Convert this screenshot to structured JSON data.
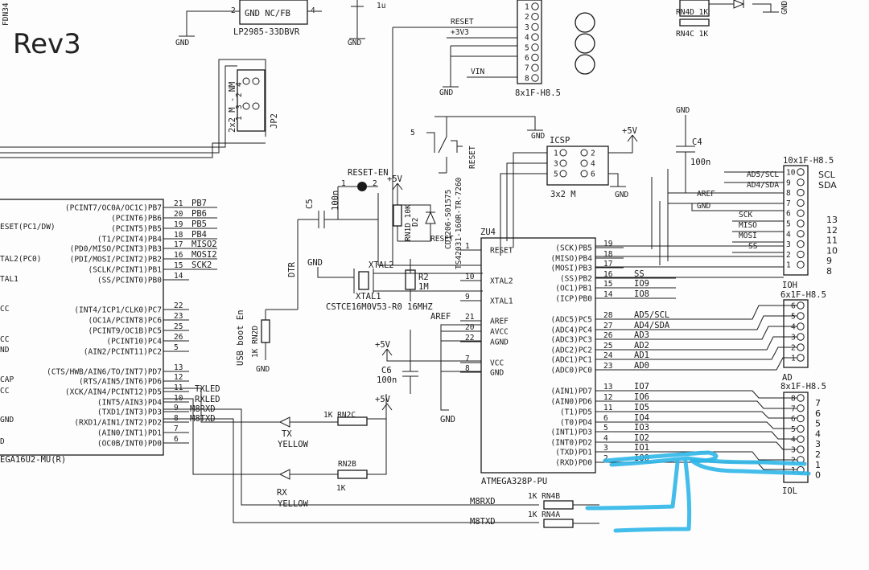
{
  "labels": {
    "fdn": "FDN34",
    "rev": "Rev3",
    "lp_gnd_nc": "GND  NC/FB",
    "lp_pin2": "2",
    "lp_pin4": "4",
    "lp_part": "LP2985-33DBVR",
    "gnd": "GND",
    "cap_1u": "1u",
    "reset": "RESET",
    "v3v3": "+3V3",
    "vin": "VIN",
    "hdr_8x1": "8x1F-H8.5",
    "rn4d": "RN4D 1K",
    "rn4c": "RN4C 1K",
    "jp2_label": "2x2 M - NM",
    "jp2": "JP2",
    "c5": "C5",
    "c5_val": "100n",
    "reset_en": "RESET-EN",
    "p5v": "+5V",
    "rn1d": "RN1D 10K",
    "d2": "D2",
    "cd_part": "CD1206-S01575",
    "ts_part": "TS42031-160R-TR-7260",
    "reset_sw": "RESET",
    "icsp": "ICSP",
    "icsp_box": "3x2 M",
    "c4": "C4",
    "c4_val": "100n",
    "hdr_10x1": "10x1F-H8.5",
    "scl": "SCL",
    "sda": "SDA",
    "ad5_scl": "AD5/SCL",
    "ad4_sda": "AD4/SDA",
    "aref": "AREF",
    "sck": "SCK",
    "miso": "MISO",
    "mosi": "MOSI",
    "ss": "SS",
    "nums_right": [
      "13",
      "12",
      "11",
      "10",
      "9",
      "8"
    ],
    "ioh": "IOH",
    "hdr_6x1": "6x1F-H8.5",
    "ad": "AD",
    "hdr_8x1b": "8x1F-H8.5",
    "iol": "IOL",
    "iol_nums": [
      "7",
      "6",
      "5",
      "4",
      "3",
      "2",
      "1",
      "0"
    ],
    "zu4": "ZU4",
    "atmega328": "ATMEGA328P-PU",
    "atmega16": "EGA16U2-MU(R)",
    "xtal2": "XTAL2",
    "xtal1": "XTAL1",
    "r2": "R2",
    "r2_val": "1M",
    "cstce": "CSTCE16M0V53-R0 16MHZ",
    "dtr": "DTR",
    "usb_boot": "USB boot En",
    "rn2d": "1K RN2D",
    "c6": "C6",
    "c6_val": "100n",
    "txled": "TXLED",
    "rxled": "RXLED",
    "m8rxd": "M8RXD",
    "m8txd": "M8TXD",
    "tx": "TX",
    "rx": "RX",
    "yellow": "YELLOW",
    "rn2c": "1K RN2C",
    "rn2b": "RN2B",
    "rn2b_val": "1K",
    "rn4b": "1K RN4B",
    "rn4a": "1K RN4A",
    "m8rxd2": "M8RXD",
    "m8txd2": "M8TXD"
  },
  "u16_left": [
    "ESET(PC1/DW)",
    "TAL2(PC0)",
    "TAL1",
    "CC",
    "CC",
    "ND",
    "CAP",
    "CC",
    "GND",
    "D"
  ],
  "u16_pins": [
    {
      "name": "(PCINT7/OC0A/OC1C)PB7",
      "num": "21",
      "net": "PB7"
    },
    {
      "name": "(PCINT6)PB6",
      "num": "20",
      "net": "PB6"
    },
    {
      "name": "(PCINT5)PB5",
      "num": "19",
      "net": "PB5"
    },
    {
      "name": "(T1/PCINT4)PB4",
      "num": "18",
      "net": "PB4"
    },
    {
      "name": "(PD0/MISO/PCINT3)PB3",
      "num": "17",
      "net": "MISO2"
    },
    {
      "name": "(PDI/MOSI/PCINT2)PB2",
      "num": "16",
      "net": "MOSI2"
    },
    {
      "name": "(SCLK/PCINT1)PB1",
      "num": "15",
      "net": "SCK2"
    },
    {
      "name": "(SS/PCINT0)PB0",
      "num": "14",
      "net": ""
    },
    {
      "name": "(INT4/ICP1/CLK0)PC7",
      "num": "22",
      "net": ""
    },
    {
      "name": "(OC1A/PCINT8)PC6",
      "num": "23",
      "net": ""
    },
    {
      "name": "(PCINT9/OC1B)PC5",
      "num": "25",
      "net": ""
    },
    {
      "name": "(PCINT10)PC4",
      "num": "26",
      "net": ""
    },
    {
      "name": "(AIN2/PCINT11)PC2",
      "num": "5",
      "net": ""
    },
    {
      "name": "(CTS/HWB/AIN6/TO/INT7)PD7",
      "num": "13",
      "net": ""
    },
    {
      "name": "(RTS/AIN5/INT6)PD6",
      "num": "12",
      "net": ""
    },
    {
      "name": "(XCK/AIN4/PCINT12)PD5",
      "num": "11",
      "net": "TXLED"
    },
    {
      "name": "(INT5/AIN3)PD4",
      "num": "10",
      "net": "RXLED"
    },
    {
      "name": "(TXD1/INT3)PD3",
      "num": "9",
      "net": "M8RXD"
    },
    {
      "name": "(RXD1/AIN1/INT2)PD2",
      "num": "8",
      "net": "M8TXD"
    },
    {
      "name": "(AIN0/INT1)PD1",
      "num": "7",
      "net": ""
    },
    {
      "name": "(OC0B/INT0)PD0",
      "num": "6",
      "net": ""
    }
  ],
  "u4_left": [
    {
      "name": "RESET",
      "num": "1"
    },
    {
      "name": "XTAL2",
      "num": "10"
    },
    {
      "name": "XTAL1",
      "num": "9"
    },
    {
      "name": "AREF",
      "num": "21"
    },
    {
      "name": "AVCC",
      "num": "20"
    },
    {
      "name": "AGND",
      "num": "22"
    },
    {
      "name": "VCC",
      "num": "7"
    },
    {
      "name": "GND",
      "num": "8"
    }
  ],
  "u4_right": [
    {
      "name": "(SCK)PB5",
      "num": "19",
      "net": ""
    },
    {
      "name": "(MISO)PB4",
      "num": "18",
      "net": ""
    },
    {
      "name": "(MOSI)PB3",
      "num": "17",
      "net": ""
    },
    {
      "name": "(SS)PB2",
      "num": "16",
      "net": "SS"
    },
    {
      "name": "(OC1)PB1",
      "num": "15",
      "net": "IO9"
    },
    {
      "name": "(ICP)PB0",
      "num": "14",
      "net": "IO8"
    },
    {
      "name": "(ADC5)PC5",
      "num": "28",
      "net": "AD5/SCL"
    },
    {
      "name": "(ADC4)PC4",
      "num": "27",
      "net": "AD4/SDA"
    },
    {
      "name": "(ADC3)PC3",
      "num": "26",
      "net": "AD3"
    },
    {
      "name": "(ADC2)PC2",
      "num": "25",
      "net": "AD2"
    },
    {
      "name": "(ADC1)PC1",
      "num": "24",
      "net": "AD1"
    },
    {
      "name": "(ADC0)PC0",
      "num": "23",
      "net": "AD0"
    },
    {
      "name": "(AIN1)PD7",
      "num": "13",
      "net": "IO7"
    },
    {
      "name": "(AIN0)PD6",
      "num": "12",
      "net": "IO6"
    },
    {
      "name": "(T1)PD5",
      "num": "11",
      "net": "IO5"
    },
    {
      "name": "(T0)PD4",
      "num": "6",
      "net": "IO4"
    },
    {
      "name": "(INT1)PD3",
      "num": "5",
      "net": "IO3"
    },
    {
      "name": "(INT0)PD2",
      "num": "4",
      "net": "IO2"
    },
    {
      "name": "(TXD)PD1",
      "num": "3",
      "net": "IO1"
    },
    {
      "name": "(RXD)PD0",
      "num": "2",
      "net": "IO0"
    }
  ],
  "hdr8_pins": [
    "1",
    "2",
    "3",
    "4",
    "5",
    "6",
    "7",
    "8"
  ],
  "hdr10_pins": [
    "10",
    "9",
    "8",
    "7",
    "6",
    "5",
    "4",
    "3",
    "2",
    "1"
  ],
  "hdr6_pins": [
    "6",
    "5",
    "4",
    "3",
    "2",
    "1"
  ],
  "iol_pins": [
    "8",
    "7",
    "6",
    "5",
    "4",
    "3",
    "2",
    "1"
  ],
  "icsp_pins": [
    "1",
    "2",
    "3",
    "4",
    "5",
    "6"
  ],
  "jp2_pins": [
    "4",
    "2",
    "3",
    "1"
  ],
  "colors": {
    "ink": "#1a1a1a",
    "highlight": "#2fb6e8"
  }
}
